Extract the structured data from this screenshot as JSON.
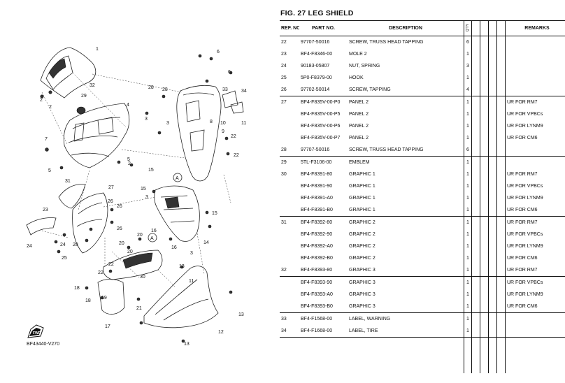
{
  "figure": {
    "title": "FIG. 27  LEG SHIELD",
    "code": "BF43440-V270",
    "fwd_label": "FWD"
  },
  "table": {
    "headers": {
      "ref": "REF. NO.",
      "part": "PART NO.",
      "desc": "DESCRIPTION",
      "qty": "Q'TY",
      "remarks": "REMARKS"
    },
    "rows": [
      {
        "ref": "22",
        "part": "97707-50016",
        "desc": "SCREW, TRUSS HEAD TAPPING",
        "qty": "6",
        "remarks": "",
        "end": false
      },
      {
        "ref": "23",
        "part": "BF4-F8346-00",
        "desc": "MOLE 2",
        "qty": "1",
        "remarks": "",
        "end": false
      },
      {
        "ref": "24",
        "part": "90183-05807",
        "desc": "NUT, SPRING",
        "qty": "3",
        "remarks": "",
        "end": false
      },
      {
        "ref": "25",
        "part": "5P0-F8379-00",
        "desc": "HOOK",
        "qty": "1",
        "remarks": "",
        "end": false
      },
      {
        "ref": "26",
        "part": "97702-50014",
        "desc": "SCREW, TAPPING",
        "qty": "4",
        "remarks": "",
        "end": true
      },
      {
        "ref": "27",
        "part": "BF4-F835V-00-P0",
        "desc": "PANEL 2",
        "qty": "1",
        "remarks": "UR FOR RM7",
        "end": false
      },
      {
        "ref": "",
        "part": "BF4-F835V-00-P5",
        "desc": "PANEL 2",
        "qty": "1",
        "remarks": "UR FOR VPBCs",
        "end": false
      },
      {
        "ref": "",
        "part": "BF4-F835V-00-P6",
        "desc": "PANEL 2",
        "qty": "1",
        "remarks": "UR FOR LYNM9",
        "end": false
      },
      {
        "ref": "",
        "part": "BF4-F835V-00-P7",
        "desc": "PANEL 2",
        "qty": "1",
        "remarks": "UR FOR CM6",
        "end": false
      },
      {
        "ref": "28",
        "part": "97707-50016",
        "desc": "SCREW, TRUSS HEAD TAPPING",
        "qty": "6",
        "remarks": "",
        "end": true
      },
      {
        "ref": "29",
        "part": "5TL-F3106-00",
        "desc": "EMBLEM",
        "qty": "1",
        "remarks": "",
        "end": false
      },
      {
        "ref": "30",
        "part": "BF4-F8391-80",
        "desc": "GRAPHIC 1",
        "qty": "1",
        "remarks": "UR FOR RM7",
        "end": false
      },
      {
        "ref": "",
        "part": "BF4-F8391-90",
        "desc": "GRAPHIC 1",
        "qty": "1",
        "remarks": "UR FOR VPBCs",
        "end": false
      },
      {
        "ref": "",
        "part": "BF4-F8391-A0",
        "desc": "GRAPHIC 1",
        "qty": "1",
        "remarks": "UR FOR LYNM9",
        "end": false
      },
      {
        "ref": "",
        "part": "BF4-F8391-B0",
        "desc": "GRAPHIC 1",
        "qty": "1",
        "remarks": "UR FOR CM6",
        "end": true
      },
      {
        "ref": "31",
        "part": "BF4-F8392-80",
        "desc": "GRAPHIC 2",
        "qty": "1",
        "remarks": "UR FOR RM7",
        "end": false
      },
      {
        "ref": "",
        "part": "BF4-F8392-90",
        "desc": "GRAPHIC 2",
        "qty": "1",
        "remarks": "UR FOR VPBCs",
        "end": false
      },
      {
        "ref": "",
        "part": "BF4-F8392-A0",
        "desc": "GRAPHIC 2",
        "qty": "1",
        "remarks": "UR FOR LYNM9",
        "end": false
      },
      {
        "ref": "",
        "part": "BF4-F8392-B0",
        "desc": "GRAPHIC 2",
        "qty": "1",
        "remarks": "UR FOR CM6",
        "end": false
      },
      {
        "ref": "32",
        "part": "BF4-F8393-80",
        "desc": "GRAPHIC 3",
        "qty": "1",
        "remarks": "UR FOR RM7",
        "end": true
      },
      {
        "ref": "",
        "part": "BF4-F8393-90",
        "desc": "GRAPHIC 3",
        "qty": "1",
        "remarks": "UR FOR VPBCs",
        "end": false
      },
      {
        "ref": "",
        "part": "BF4-F8393-A0",
        "desc": "GRAPHIC 3",
        "qty": "1",
        "remarks": "UR FOR LYNM9",
        "end": false
      },
      {
        "ref": "",
        "part": "BF4-F8393-B0",
        "desc": "GRAPHIC 3",
        "qty": "1",
        "remarks": "UR FOR CM6",
        "end": true
      },
      {
        "ref": "33",
        "part": "BF4-F1568-00",
        "desc": "LABEL, WARNING",
        "qty": "1",
        "remarks": "",
        "end": false
      },
      {
        "ref": "34",
        "part": "BF4-F1668-00",
        "desc": "LABEL, TIRE",
        "qty": "1",
        "remarks": "",
        "end": true
      },
      {
        "ref": "",
        "part": "",
        "desc": "",
        "qty": "",
        "remarks": "",
        "end": false
      },
      {
        "ref": "",
        "part": "",
        "desc": "",
        "qty": "",
        "remarks": "",
        "end": false
      },
      {
        "ref": "",
        "part": "",
        "desc": "",
        "qty": "",
        "remarks": "",
        "end": false
      }
    ]
  },
  "callouts": [
    "1",
    "2",
    "2",
    "32",
    "29",
    "4",
    "3",
    "28",
    "28",
    "3",
    "7",
    "5",
    "5",
    "6",
    "6",
    "33",
    "34",
    "10",
    "9",
    "11",
    "22",
    "22",
    "8",
    "15",
    "15",
    "31",
    "27",
    "26",
    "26",
    "26",
    "23",
    "24",
    "24",
    "25",
    "28",
    "20",
    "20",
    "20",
    "16",
    "16",
    "15",
    "14",
    "12",
    "13",
    "13",
    "22",
    "22",
    "18",
    "18",
    "19",
    "21",
    "17",
    "2",
    "3",
    "3",
    "30",
    "11",
    "3"
  ],
  "markers": [
    "A",
    "A"
  ]
}
